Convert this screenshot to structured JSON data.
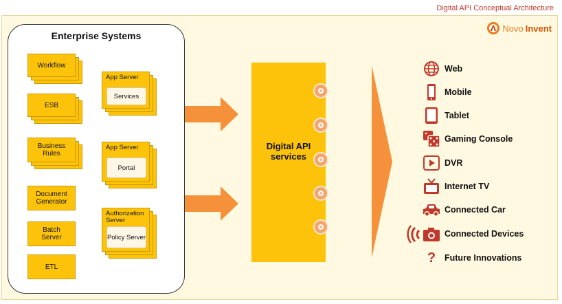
{
  "header": {
    "title": "Digital API Conceptual Architecture"
  },
  "logo": {
    "part1": "Novo",
    "part2": "Invent"
  },
  "enterprise": {
    "title": "Enterprise Systems",
    "systems": [
      "Workflow",
      "ESB",
      "Business Rules",
      "Document Generator",
      "Batch Server",
      "ETL"
    ],
    "servers": [
      {
        "header": "App Server",
        "inner": "Services"
      },
      {
        "header": "App Server",
        "inner": "Portal"
      },
      {
        "header": "Authorization Server",
        "inner": "Policy Server"
      }
    ]
  },
  "digital": {
    "label": "Digital API services"
  },
  "channels": [
    {
      "label": "Web",
      "icon": "globe-icon"
    },
    {
      "label": "Mobile",
      "icon": "mobile-phone-icon"
    },
    {
      "label": "Tablet",
      "icon": "tablet-icon"
    },
    {
      "label": "Gaming Console",
      "icon": "dice-icon"
    },
    {
      "label": "DVR",
      "icon": "play-button-icon"
    },
    {
      "label": "Internet TV",
      "icon": "tv-icon"
    },
    {
      "label": "Connected Car",
      "icon": "car-icon"
    },
    {
      "label": "Connected Devices",
      "icon": "wireless-camera-icon"
    },
    {
      "label": "Future Innovations",
      "icon": "question-mark-icon"
    }
  ],
  "colors": {
    "accent": "#fcc30a",
    "arrow": "#f5913a",
    "icon": "#c0392b",
    "background": "#fff9e1"
  }
}
